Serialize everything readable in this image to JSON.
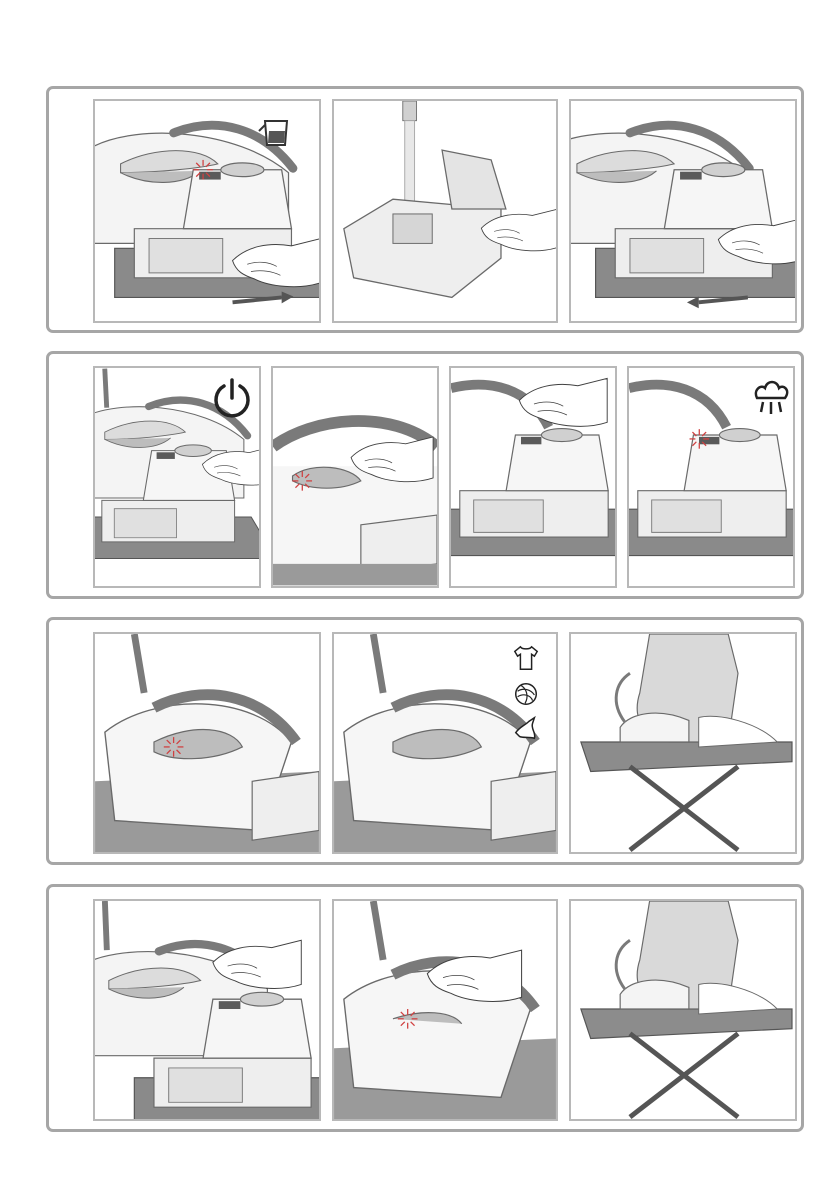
{
  "sections": [
    {
      "name": "fill-water-tank",
      "panels": 3
    },
    {
      "name": "power-and-steam",
      "panels": 4
    },
    {
      "name": "select-fabric-and-iron",
      "panels": 3
    },
    {
      "name": "steam-ironing",
      "panels": 3
    }
  ],
  "icons": {
    "panel_1_1": "water-jug-icon",
    "panel_2_1": "power-icon",
    "panel_2_4": "steam-icon",
    "panel_3_2": [
      "tshirt-icon",
      "wool-icon",
      "delicate-fabric-icon"
    ]
  },
  "colors": {
    "frame_border": "#a6a6a6",
    "panel_border": "#b8b8b8",
    "line_art": "#6a6a6a",
    "dark_fill": "#7a7a7a",
    "light_fill": "#e6e6e6"
  }
}
